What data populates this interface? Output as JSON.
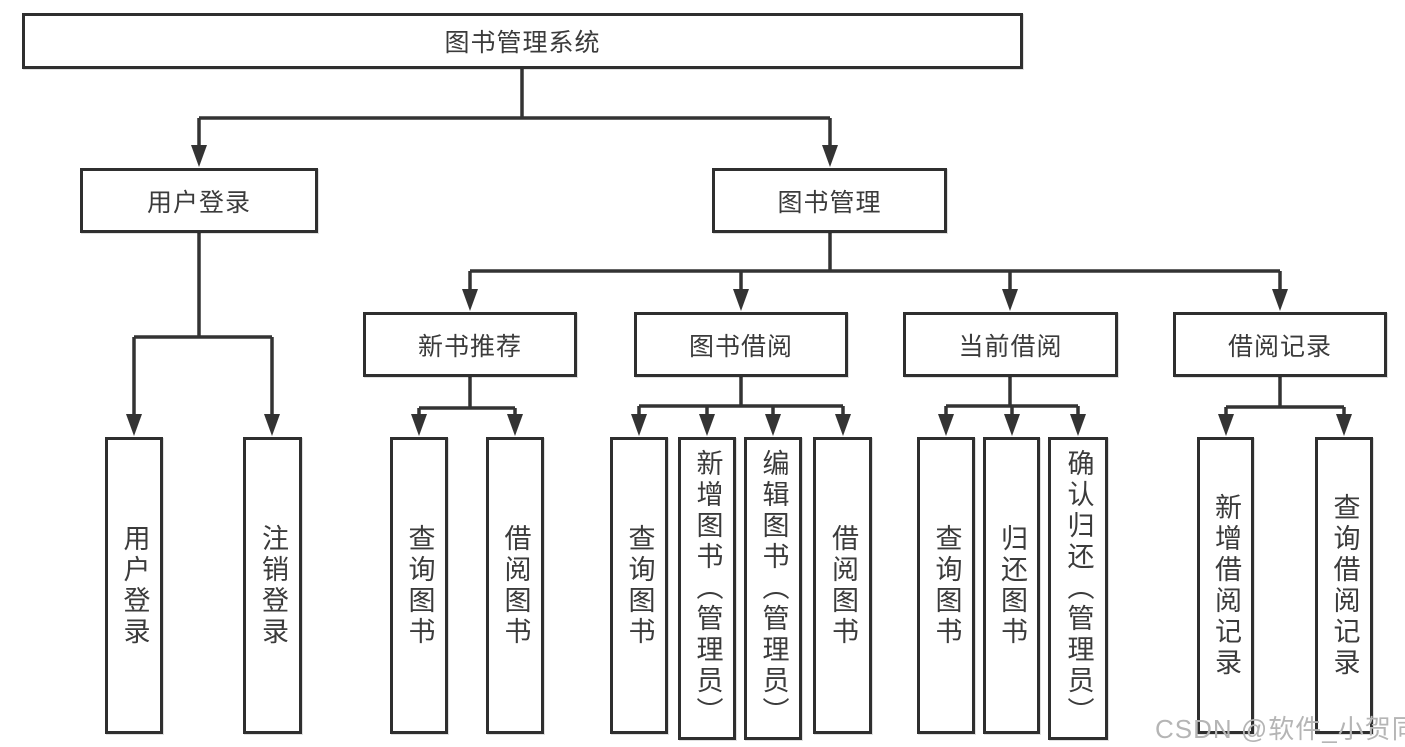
{
  "diagram": {
    "type": "hierarchy-tree",
    "nodes": {
      "root": "图书管理系统",
      "login": "用户登录",
      "mgmt": "图书管理",
      "l3": [
        "新书推荐",
        "图书借阅",
        "当前借阅",
        "借阅记录"
      ],
      "leaves": [
        "用户登录",
        "注销登录",
        "查询图书",
        "借阅图书",
        "查询图书",
        "新增图书（管理员）",
        "编辑图书（管理员）",
        "借阅图书",
        "查询图书",
        "归还图书",
        "确认归还（管理员）",
        "新增借阅记录",
        "查询借阅记录"
      ]
    },
    "edges": [
      [
        "图书管理系统",
        "用户登录"
      ],
      [
        "图书管理系统",
        "图书管理"
      ],
      [
        "用户登录",
        "用户登录"
      ],
      [
        "用户登录",
        "注销登录"
      ],
      [
        "图书管理",
        "新书推荐"
      ],
      [
        "图书管理",
        "图书借阅"
      ],
      [
        "图书管理",
        "当前借阅"
      ],
      [
        "图书管理",
        "借阅记录"
      ],
      [
        "新书推荐",
        "查询图书"
      ],
      [
        "新书推荐",
        "借阅图书"
      ],
      [
        "图书借阅",
        "查询图书"
      ],
      [
        "图书借阅",
        "新增图书（管理员）"
      ],
      [
        "图书借阅",
        "编辑图书（管理员）"
      ],
      [
        "图书借阅",
        "借阅图书"
      ],
      [
        "当前借阅",
        "查询图书"
      ],
      [
        "当前借阅",
        "归还图书"
      ],
      [
        "当前借阅",
        "确认归还（管理员）"
      ],
      [
        "借阅记录",
        "新增借阅记录"
      ],
      [
        "借阅记录",
        "查询借阅记录"
      ]
    ],
    "colors": {
      "line": "#333333",
      "box_border": "#2f2f2f",
      "text": "#3b3b3b",
      "background": "#ffffff",
      "watermark": "#b5b5b5"
    }
  },
  "watermark": "CSDN @软件_小贺同学"
}
